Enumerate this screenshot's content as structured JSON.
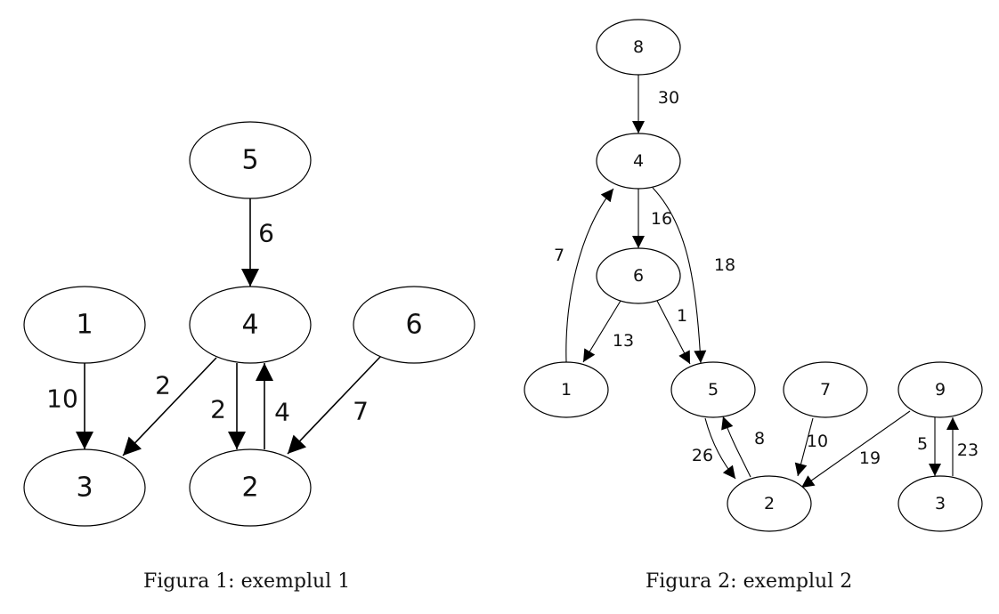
{
  "figures": [
    {
      "id": "fig1",
      "caption": "Figura 1: exemplul 1",
      "nodes": [
        "5",
        "1",
        "4",
        "6",
        "3",
        "2"
      ],
      "edges": [
        {
          "from": "5",
          "to": "4",
          "weight": "6"
        },
        {
          "from": "1",
          "to": "3",
          "weight": "10"
        },
        {
          "from": "4",
          "to": "3",
          "weight": "2"
        },
        {
          "from": "4",
          "to": "2",
          "weight": "2"
        },
        {
          "from": "2",
          "to": "4",
          "weight": "4"
        },
        {
          "from": "6",
          "to": "2",
          "weight": "7"
        }
      ]
    },
    {
      "id": "fig2",
      "caption": "Figura 2: exemplul 2",
      "nodes": [
        "8",
        "4",
        "6",
        "1",
        "5",
        "7",
        "9",
        "2",
        "3"
      ],
      "edges": [
        {
          "from": "8",
          "to": "4",
          "weight": "30"
        },
        {
          "from": "4",
          "to": "6",
          "weight": "16"
        },
        {
          "from": "4",
          "to": "5",
          "weight": "18"
        },
        {
          "from": "1",
          "to": "4",
          "weight": "7"
        },
        {
          "from": "6",
          "to": "1",
          "weight": "13"
        },
        {
          "from": "6",
          "to": "5",
          "weight": "1"
        },
        {
          "from": "5",
          "to": "2",
          "weight": "26"
        },
        {
          "from": "2",
          "to": "5",
          "weight": "8"
        },
        {
          "from": "7",
          "to": "2",
          "weight": "10"
        },
        {
          "from": "9",
          "to": "2",
          "weight": "19"
        },
        {
          "from": "9",
          "to": "3",
          "weight": "5"
        },
        {
          "from": "3",
          "to": "9",
          "weight": "23"
        }
      ]
    }
  ]
}
